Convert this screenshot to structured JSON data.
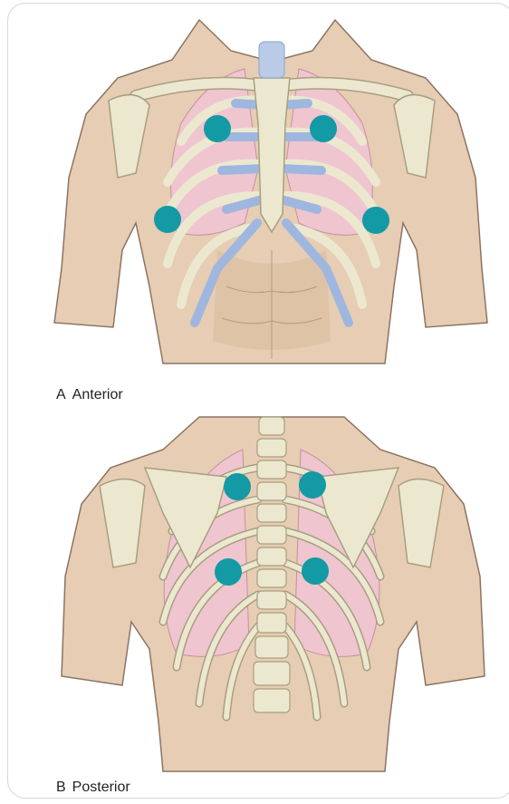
{
  "panels": {
    "anterior": {
      "letter": "A",
      "label": "Anterior"
    },
    "posterior": {
      "letter": "B",
      "label": "Posterior"
    }
  },
  "colors": {
    "skin": "#e6cdb3",
    "skin_shadow": "#cfb196",
    "outline": "#8c7462",
    "bone": "#ece8d0",
    "bone_outline": "#a89f80",
    "cartilage": "#9fb7df",
    "lung": "#efc5cf",
    "marker": "#139aa5"
  },
  "icons": {
    "anterior": "anterior-chest-illustration",
    "posterior": "posterior-back-illustration",
    "marker": "auscultation-site-marker"
  }
}
